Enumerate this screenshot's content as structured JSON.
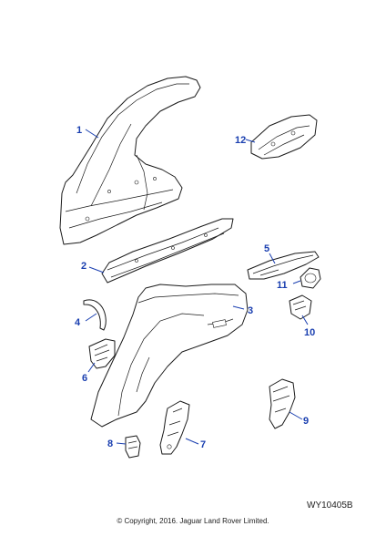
{
  "callouts": {
    "c1": "1",
    "c2": "2",
    "c3": "3",
    "c4": "4",
    "c5": "5",
    "c6": "6",
    "c7": "7",
    "c8": "8",
    "c9": "9",
    "c10": "10",
    "c11": "11",
    "c12": "12"
  },
  "figure_id": "WY10405B",
  "copyright": "© Copyright, 2016. Jaguar Land Rover Limited.",
  "colors": {
    "callout": "#1a3fb0",
    "line": "#1a1a1a"
  }
}
